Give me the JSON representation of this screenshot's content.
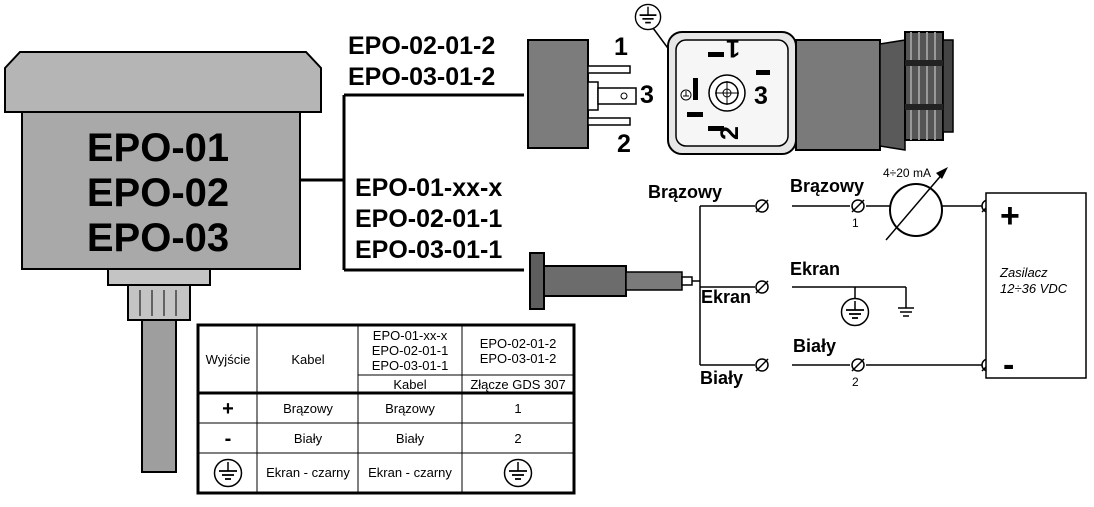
{
  "device": {
    "labels": [
      "EPO-01",
      "EPO-02",
      "EPO-03"
    ]
  },
  "connector_models": [
    "EPO-02-01-2",
    "EPO-03-01-2"
  ],
  "cable_models": [
    "EPO-01-xx-x",
    "EPO-02-01-1",
    "EPO-03-01-1"
  ],
  "pins": {
    "p1": "1",
    "p2": "2",
    "p3": "3"
  },
  "socket_marks": {
    "m1": "1",
    "m2": "2",
    "m3": "3"
  },
  "wiring": {
    "left_brown": "Brązowy",
    "left_screen": "Ekran",
    "left_white": "Biały",
    "mid_brown": "Brązowy",
    "mid_screen": "Ekran",
    "mid_white": "Biały",
    "term_1": "1",
    "term_2": "2",
    "meter": "4÷20 mA",
    "psu_line1": "Zasilacz",
    "psu_line2": "12÷36 VDC",
    "plus": "+",
    "minus": "-"
  },
  "table": {
    "h_output": "Wyjście",
    "h_cable": "Kabel",
    "h_models_cable": [
      "EPO-01-xx-x",
      "EPO-02-01-1",
      "EPO-03-01-1"
    ],
    "h_models_conn": [
      "EPO-02-01-2",
      "EPO-03-01-2"
    ],
    "sub_cable": "Kabel",
    "sub_conn": "Złącze GDS 307",
    "rows": [
      {
        "out": "+",
        "cable": "Brązowy",
        "cable2": "Brązowy",
        "conn": "1"
      },
      {
        "out": "-",
        "cable": "Biały",
        "cable2": "Biały",
        "conn": "2"
      },
      {
        "out": "",
        "cable": "Ekran - czarny",
        "cable2": "Ekran - czarny",
        "conn": ""
      }
    ]
  }
}
